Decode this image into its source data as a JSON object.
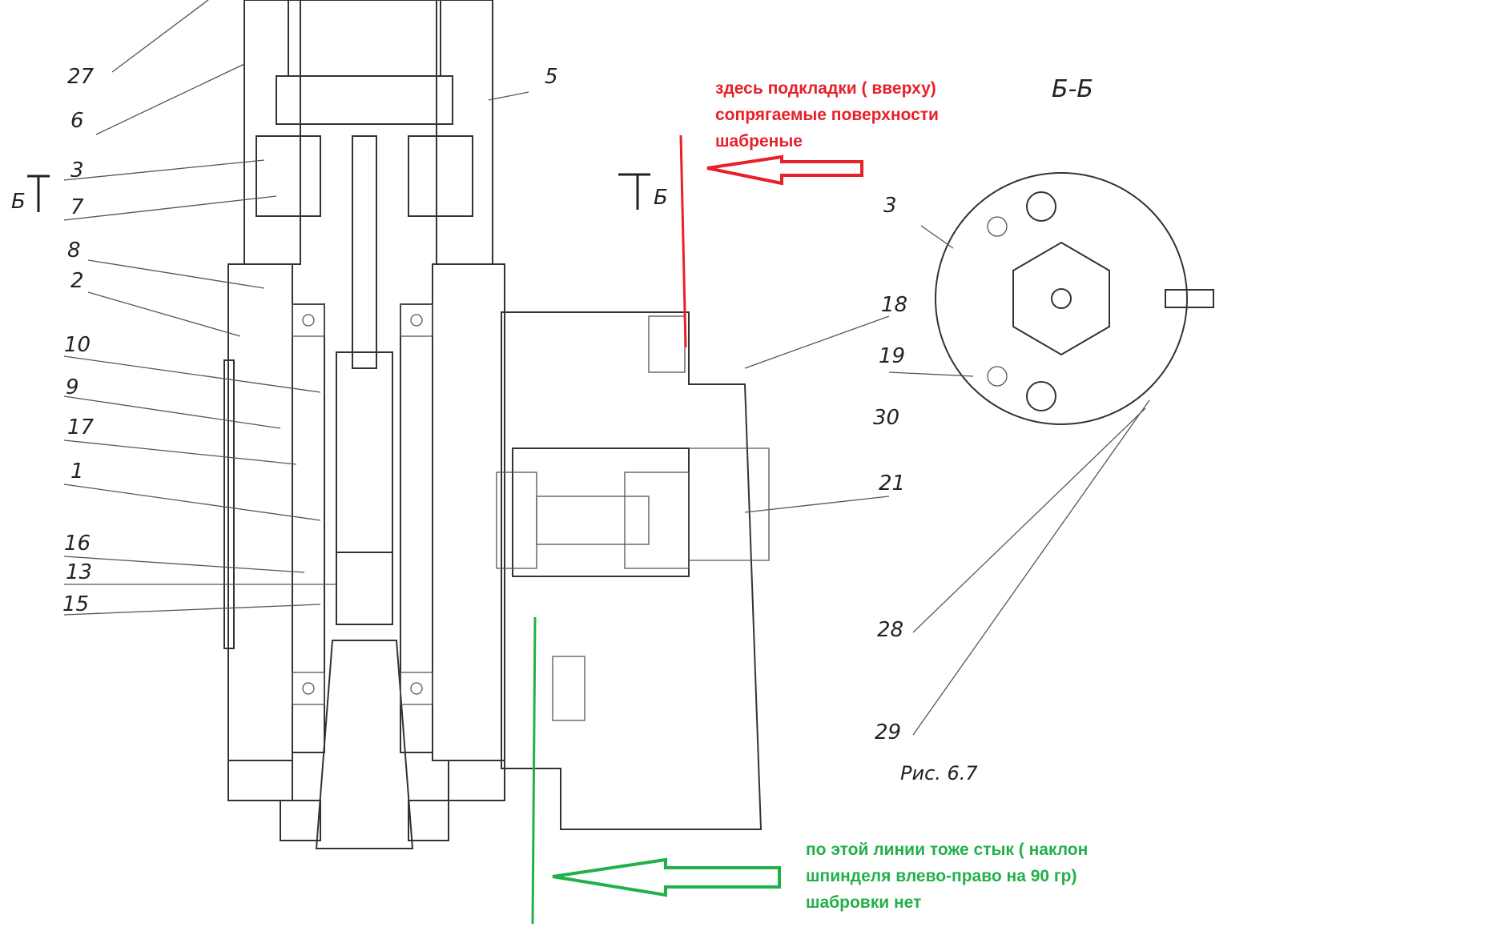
{
  "drawing": {
    "labels_left": [
      "27",
      "6",
      "3",
      "7",
      "8",
      "2",
      "10",
      "9",
      "17",
      "1",
      "16",
      "13",
      "15"
    ],
    "label_top": "5",
    "labels_right": [
      "18",
      "19",
      "30",
      "21",
      "28",
      "29"
    ],
    "label_section_part": "3",
    "section_mark": "Б",
    "section_title": "Б-Б",
    "caption": "Рис. 6.7"
  },
  "annotations": {
    "red": {
      "color": "#e8202a",
      "lines": [
        "здесь подкладки  ( вверху)",
        "сопрягаемые поверхности",
        "шабреные"
      ]
    },
    "green": {
      "color": "#22b04b",
      "lines": [
        "по этой линии тоже стык ( наклон",
        "шпинделя влево-право на 90 гр)",
        "шабровки нет"
      ]
    }
  }
}
